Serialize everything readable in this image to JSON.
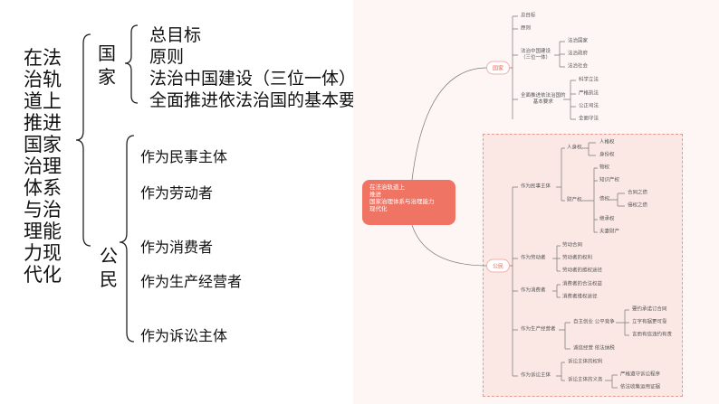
{
  "left": {
    "title_lines": [
      "在法",
      "治轨",
      "道上",
      "推进",
      "国家",
      "治理",
      "体系",
      "与治",
      "理能",
      "力现",
      "代化"
    ],
    "guojia": {
      "label": "国家",
      "items": [
        "总目标",
        "原则",
        "法治中国建设（三位一体）",
        "全面推进依法治国的基本要求"
      ]
    },
    "gongmin": {
      "label": "公民",
      "items": [
        "作为民事主体",
        "作为劳动者",
        "作为消费者",
        "作为生产经营者",
        "作为诉讼主体"
      ]
    }
  },
  "mindmap": {
    "center": "在法治轨道上\n推进\n国家治理体系与治理能力\n现代化",
    "guojia": {
      "label": "国家",
      "items": [
        "总目标",
        "原则",
        "法治中国建设\n（三位一体）",
        "全面推进依法治国的\n基本要求"
      ],
      "sub3": [
        "法治国家",
        "法治政府",
        "法治社会"
      ],
      "sub4": [
        "科学立法",
        "严格执法",
        "公正司法",
        "全面守法"
      ]
    },
    "gongmin": {
      "label": "公民",
      "minshi": {
        "label": "作为民事主体",
        "renshen": "人身权",
        "renshen_items": [
          "人格权",
          "身份权"
        ],
        "caichan": "财产权",
        "caichan_items": [
          "物权",
          "知识产权",
          "债权",
          "继承权",
          "夫妻财产"
        ],
        "zhai_items": [
          "合同之债",
          "侵权之债"
        ]
      },
      "laodong": {
        "label": "作为劳动者",
        "items": [
          "劳动合同",
          "劳动者的权利",
          "劳动者的维权途径"
        ]
      },
      "xiaofei": {
        "label": "作为消费者",
        "items": [
          "消费者的合法权益",
          "消费者维权途径"
        ]
      },
      "shengchan": {
        "label": "作为生产经营者",
        "a": "自主创业 公平竞争",
        "a_items": [
          "要约承诺订合同",
          "立字有据更可靠",
          "言而有信违约有责"
        ],
        "b": "诚信经营 依法纳税"
      },
      "susong": {
        "label": "作为诉讼主体",
        "items": [
          "诉讼主体的权利",
          "诉讼主体的义务"
        ],
        "yiwu_items": [
          "严格遵守诉讼程序",
          "依法收集运用证据"
        ]
      }
    }
  }
}
